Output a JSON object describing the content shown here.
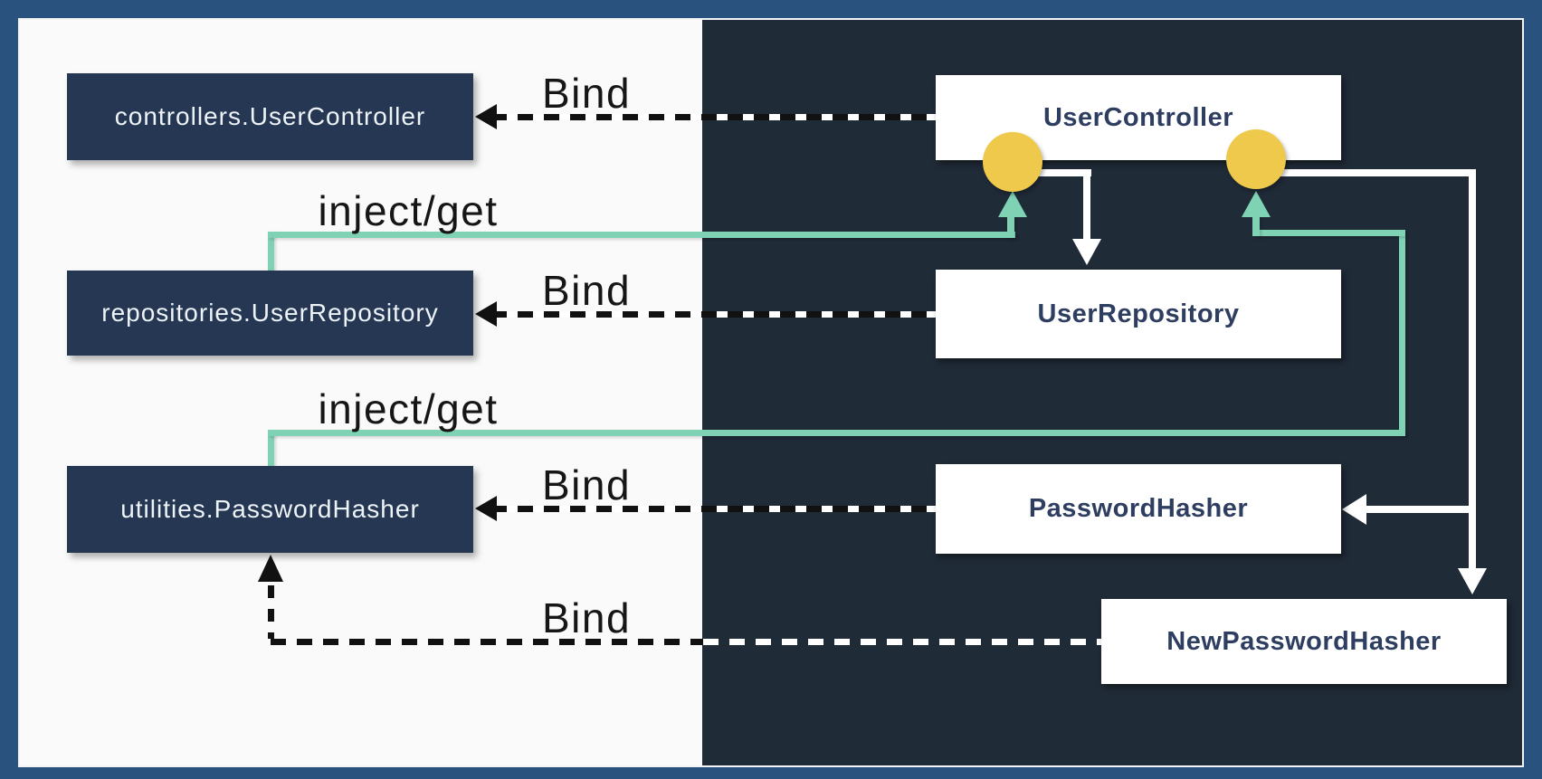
{
  "diagram": {
    "title_hint": "dependency injection binding diagram",
    "left_panel": {
      "boxes": [
        {
          "label": "controllers.UserController"
        },
        {
          "label": "repositories.UserRepository"
        },
        {
          "label": "utilities.PasswordHasher"
        }
      ]
    },
    "right_panel": {
      "boxes": [
        {
          "label": "UserController"
        },
        {
          "label": "UserRepository"
        },
        {
          "label": "PasswordHasher"
        },
        {
          "label": "NewPasswordHasher"
        }
      ]
    },
    "labels": {
      "bind_controller": "Bind",
      "bind_repository": "Bind",
      "bind_hasher": "Bind",
      "bind_new_hasher": "Bind",
      "inject_repository": "inject/get",
      "inject_hasher": "inject/get"
    },
    "colors": {
      "frame": "#2a527f",
      "left_panel_bg": "#fafafa",
      "right_panel_bg": "#202b38",
      "left_box_bg": "#253753",
      "left_box_text": "#eef3f7",
      "right_box_bg": "#ffffff",
      "right_box_text": "#2e3e60",
      "teal_connector": "#80d2b4",
      "port_yellow": "#eec94b",
      "dash_black": "#111111",
      "dash_white": "#ffffff"
    }
  }
}
